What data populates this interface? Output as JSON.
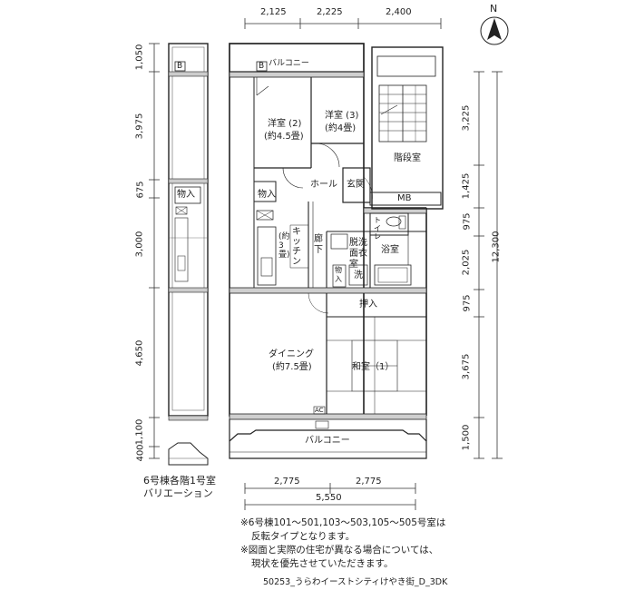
{
  "dimensions": {
    "top": [
      "2,125",
      "2,225",
      "2,400"
    ],
    "left": [
      "1,050",
      "3,975",
      "675",
      "3,000",
      "4,650",
      "1,100",
      "400"
    ],
    "right_segments": [
      "3,225",
      "1,425",
      "975",
      "2,025",
      "975",
      "3,675",
      "1,500"
    ],
    "right_total": "12,300",
    "bottom_parts": [
      "2,775",
      "2,775"
    ],
    "bottom_total": "5,550"
  },
  "rooms": {
    "western_room_2": {
      "name": "洋室 (2)",
      "size": "(約4.5畳)"
    },
    "western_room_3": {
      "name": "洋室 (3)",
      "size": "(約4畳)"
    },
    "stairwell": "階段室",
    "hall": "ホール",
    "entrance": "玄関",
    "mb": "MB",
    "closet": "物入",
    "closet_small": "物入",
    "toilet": "トイレ",
    "kitchen": "キッチン",
    "kitchen_size": "(約3畳)",
    "corridor": "廊下",
    "dressing_room": "脱洗面衣室",
    "washer": "洗",
    "bathroom": "浴室",
    "oshiire": "押入",
    "dining": {
      "name": "ダイニング",
      "size": "(約7.5畳)"
    },
    "japanese_room_1": "和室（1）",
    "balcony_top": "バルコニー",
    "balcony_bottom": "バルコニー",
    "b_mark": "B",
    "ac": "AC"
  },
  "variation": {
    "line1": "6号棟各階1号室",
    "line2": "バリエーション",
    "closet": "物入",
    "b_mark": "B"
  },
  "notes": [
    "※6号棟101～501,103～503,105～505号室は",
    "反転タイプとなります。",
    "※図面と実際の住宅が異なる場合については、",
    "現状を優先させていただきます。"
  ],
  "footer": "50253_うらわイーストシティけやき街_D_3DK",
  "compass": "N"
}
